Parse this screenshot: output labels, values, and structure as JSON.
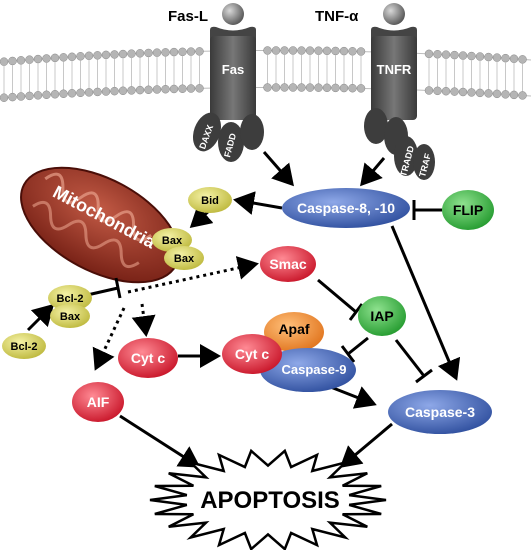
{
  "ligands": {
    "fas_l": "Fas-L",
    "tnf_a": "TNF-α"
  },
  "receptors": {
    "fas": "Fas",
    "tnfr": "TNFR"
  },
  "adaptors": {
    "daxx": "DAXX",
    "fadd": "FADD",
    "tradd": "TRADD",
    "traf": "TRAF"
  },
  "mitochondria": {
    "label": "Mitochondria"
  },
  "proteins": {
    "bid": "Bid",
    "bax1": "Bax",
    "bax2": "Bax",
    "bcl2_complex": "Bcl-2",
    "bax_complex": "Bax",
    "bcl2": "Bcl-2",
    "caspase_8_10": "Caspase-8, -10",
    "flip": "FLIP",
    "smac": "Smac",
    "iap": "IAP",
    "apaf": "Apaf",
    "cyt_c": "Cyt c",
    "cyt_c_complex": "Cyt c",
    "caspase_9": "Caspase-9",
    "aif": "AIF",
    "caspase_3": "Caspase-3"
  },
  "outcome": {
    "apoptosis": "APOPTOSIS"
  },
  "colors": {
    "blue": "#3f63b8",
    "red": "#e0203a",
    "green": "#3cb043",
    "yellow": "#d9d45c",
    "orange": "#f28a2e",
    "receptor_gray": "#555555",
    "membrane": "#b8b8b8",
    "mito": "#8b2a1e"
  }
}
